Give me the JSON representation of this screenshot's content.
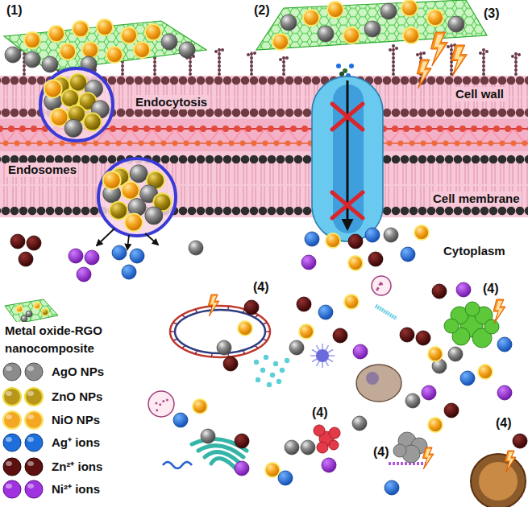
{
  "diagram": {
    "labels": [
      "(1)",
      "(2)",
      "(3)",
      "Endocytosis",
      "Cell wall",
      "Endosomes",
      "Cell membrane",
      "Cytoplasm",
      "(4)",
      "(4)",
      "(4)",
      "(4)",
      "(4)"
    ],
    "legend": [
      {
        "text": "Metal oxide-RGO nanocomposite"
      },
      {
        "text": "AgO NPs",
        "color": "#8c8c8c"
      },
      {
        "text": "ZnO NPs",
        "color": "#b8961a"
      },
      {
        "text": "NiO NPs",
        "color": "#f5a623"
      },
      {
        "text": "Ag⁺ ions",
        "color": "#1e6fdc"
      },
      {
        "text": "Zn²⁺ ions",
        "color": "#5c1010"
      },
      {
        "text": "Ni²⁺ ions",
        "color": "#a033e0"
      }
    ]
  }
}
